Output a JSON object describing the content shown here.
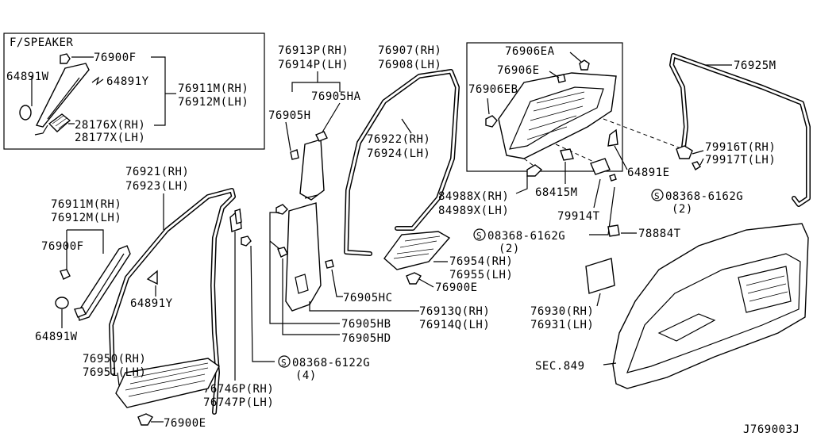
{
  "inset": {
    "title": "F/SPEAKER"
  },
  "labels": {
    "p76900F_a": "76900F",
    "p64891W_a": "64891W",
    "p64891Y_a": "64891Y",
    "p76911M_a": "76911M(RH)",
    "p76912M_a": "76912M(LH)",
    "p28176X": "28176X(RH)",
    "p28177X": "28177X(LH)",
    "p76913P": "76913P(RH)",
    "p76914P": "76914P(LH)",
    "p76905HA": "76905HA",
    "p76905H": "76905H",
    "p76907": "76907(RH)",
    "p76908": "76908(LH)",
    "p76922": "76922(RH)",
    "p76924": "76924(LH)",
    "p76906EA": "76906EA",
    "p76906E": "76906E",
    "p76906EB": "76906EB",
    "p76925M": "76925M",
    "p79916T": "79916T(RH)",
    "p79917T": "79917T(LH)",
    "p64891E": "64891E",
    "p08368_6162G_a": "08368-6162G",
    "q2_a": "(2)",
    "p84988X": "84988X(RH)",
    "p84989X": "84989X(LH)",
    "p68415M": "68415M",
    "p79914T": "79914T",
    "p08368_6162G_b": "08368-6162G",
    "q2_b": "(2)",
    "p78884T": "78884T",
    "p76954": "76954(RH)",
    "p76955": "76955(LH)",
    "p76900E_a": "76900E",
    "p76921": "76921(RH)",
    "p76923": "76923(LH)",
    "p76911M_b": "76911M(RH)",
    "p76912M_b": "76912M(LH)",
    "p76900F_b": "76900F",
    "p64891Y_b": "64891Y",
    "p64891W_b": "64891W",
    "p76905HC": "76905HC",
    "p76913Q": "76913Q(RH)",
    "p76914Q": "76914Q(LH)",
    "p76905HB": "76905HB",
    "p76905HD": "76905HD",
    "p08368_6122G": "08368-6122G",
    "q4": "(4)",
    "p76950": "76950(RH)",
    "p76951": "76951(LH)",
    "p76746P": "76746P(RH)",
    "p76747P": "76747P(LH)",
    "p76900E_b": "76900E",
    "p76930": "76930(RH)",
    "p76931": "76931(LH)",
    "sec849": "SEC.849",
    "drawing_id": "J769003J"
  }
}
